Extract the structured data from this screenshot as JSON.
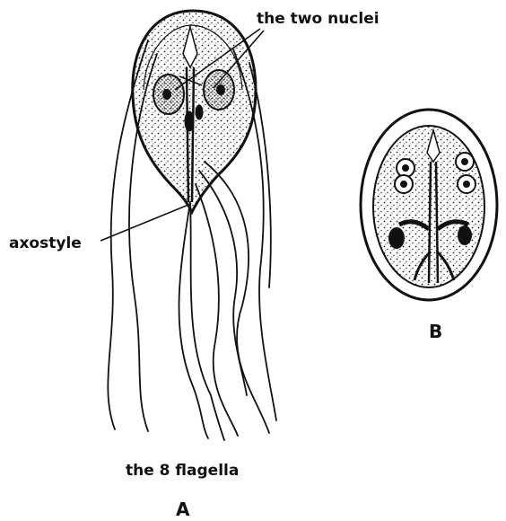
{
  "labels": {
    "nuclei": "the two nuclei",
    "axostyle": "axostyle",
    "flagella": "the 8 flagella",
    "panel_a": "A",
    "panel_b": "B"
  },
  "colors": {
    "ink": "#111111",
    "background": "#ffffff"
  }
}
